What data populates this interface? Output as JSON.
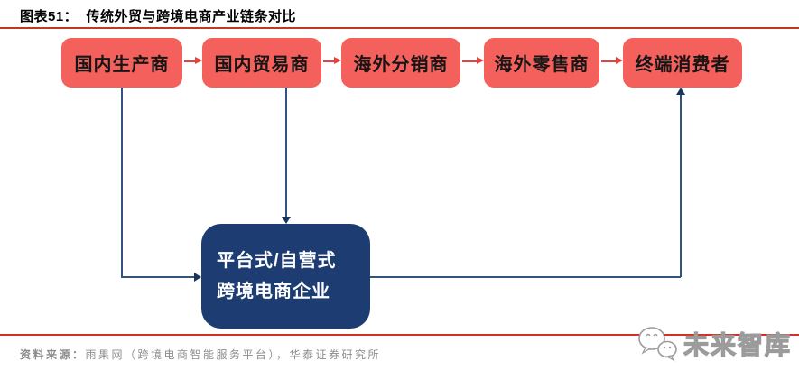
{
  "header": {
    "title": "图表51：  传统外贸与跨境电商产业链条对比"
  },
  "flow": {
    "nodes": [
      "国内生产商",
      "国内贸易商",
      "海外分销商",
      "海外零售商",
      "终端消费者"
    ],
    "platform": {
      "line1": "平台式/自营式",
      "line2": "跨境电商企业"
    }
  },
  "footer": {
    "source_label": "资料来源：",
    "source_text": "雨果网（跨境电商智能服务平台），华泰证券研究所",
    "watermark": "未来智库"
  },
  "colors": {
    "node_fill": "#f4605c",
    "flow_arrow_red": "#e8413c",
    "platform_fill": "#1c3c72",
    "connector_navy": "#35517e",
    "title_rule_red": "#c13826",
    "bottom_rule_red": "#d32f23",
    "source_text_gray": "#8c8c8c"
  }
}
